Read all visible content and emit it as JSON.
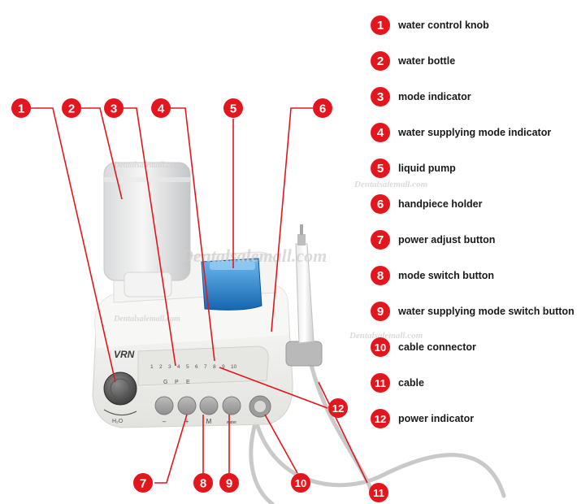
{
  "legend": [
    {
      "num": "1",
      "label": "water control knob"
    },
    {
      "num": "2",
      "label": "water bottle"
    },
    {
      "num": "3",
      "label": "mode indicator"
    },
    {
      "num": "4",
      "label": "water supplying mode indicator"
    },
    {
      "num": "5",
      "label": "liquid pump"
    },
    {
      "num": "6",
      "label": "handpiece holder"
    },
    {
      "num": "7",
      "label": "power adjust button"
    },
    {
      "num": "8",
      "label": "mode switch button"
    },
    {
      "num": "9",
      "label": "water supplying mode switch button"
    },
    {
      "num": "10",
      "label": "cable connector"
    },
    {
      "num": "11",
      "label": "cable"
    },
    {
      "num": "12",
      "label": "power indicator"
    }
  ],
  "callouts": {
    "c1": "1",
    "c2": "2",
    "c3": "3",
    "c4": "4",
    "c5": "5",
    "c6": "6",
    "c7": "7",
    "c8": "8",
    "c9": "9",
    "c10": "10",
    "c11": "11",
    "c12": "12"
  },
  "device": {
    "brand": "VRN",
    "knob_label": "H₂O",
    "mode_letters": [
      "G",
      "P",
      "E"
    ],
    "scale_numbers": [
      "1",
      "2",
      "3",
      "4",
      "5",
      "6",
      "7",
      "8",
      "9",
      "10"
    ],
    "button_labels": [
      "–",
      "+",
      "M",
      "water"
    ]
  },
  "watermark": "Dentalsalemall.com",
  "colors": {
    "badge": "#e3161d",
    "leader": "#e3161d",
    "pump": "#1e7fd0",
    "device_body": "#f1f1ef",
    "cable": "#c9c9c9"
  }
}
